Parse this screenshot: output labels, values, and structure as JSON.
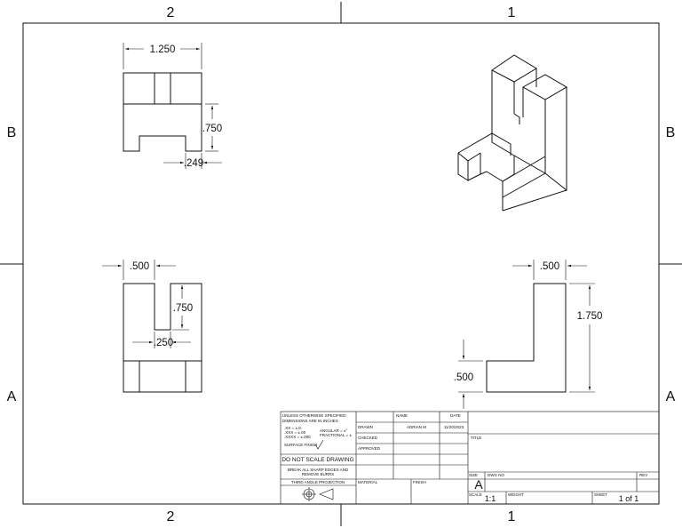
{
  "sheet": {
    "zones_top": [
      "2",
      "1"
    ],
    "zones_bottom": [
      "2",
      "1"
    ],
    "zones_left": [
      "B",
      "A"
    ],
    "zones_right": [
      "B",
      "A"
    ]
  },
  "dimensions": {
    "top_width": "1.250",
    "top_height": ".750",
    "top_slot": ".249",
    "front_gap": ".500",
    "front_slot_depth": ".750",
    "front_slot_width": ".250",
    "side_top": ".500",
    "side_height": "1.750",
    "side_base": ".500"
  },
  "title_block": {
    "notes": {
      "line1": "UNLESS OTHERWISE SPECIFIED:",
      "line2": "DIMENSIONS ARE IN INCHES",
      "tol1": ".XX = ±.0",
      "tol2": ".XXX = ±.00",
      "tol3": ".XXXX = ±.000",
      "angular": "ANGULAR = ±°",
      "fractional": "FRACTIONAL = ±",
      "surface": "SURFACE FINISH"
    },
    "no_scale": "DO NOT SCALE DRAWING",
    "break_edges_1": "BREAK ALL SHARP EDGES AND",
    "break_edges_2": "REMOVE BURRS",
    "projection": "THIRD ANGLE PROJECTION",
    "name_header": "NAME",
    "date_header": "DATE",
    "drawn_label": "DRAWN",
    "drawn_name": "ADRIAN M",
    "drawn_date": "11/20/2023",
    "checked_label": "CHECKED",
    "approved_label": "APPROVED",
    "material_label": "MATERIAL",
    "finish_label": "FINISH",
    "title_label": "TITLE",
    "size_label": "SIZE",
    "size_value": "A",
    "dwg_label": "DWG NO",
    "rev_label": "REV",
    "scale_label": "SCALE",
    "scale_value": "1:1",
    "weight_label": "WEIGHT",
    "sheet_label": "SHEET",
    "sheet_value": "1 of 1"
  }
}
